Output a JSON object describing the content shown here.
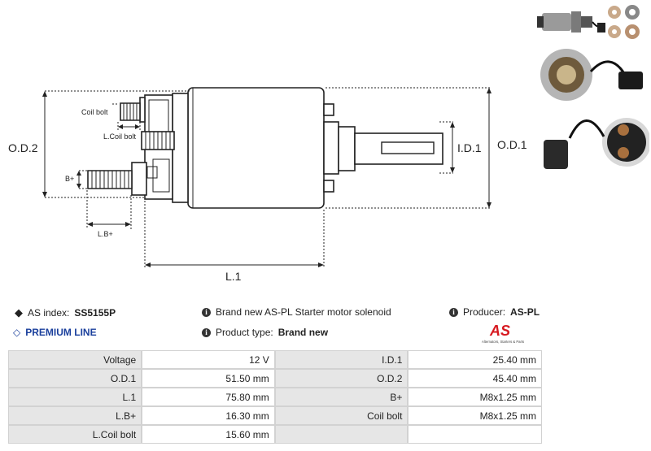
{
  "drawing": {
    "labels": {
      "od2": "O.D.2",
      "od1": "O.D.1",
      "id1": "I.D.1",
      "l1": "L.1",
      "lb": "L.B+",
      "bplus": "B+",
      "coil_bolt": "Coil bolt",
      "lcoil_bolt": "L.Coil bolt"
    }
  },
  "info": {
    "as_index_label": "AS index:",
    "as_index_value": "SS5155P",
    "premium_line": "PREMIUM LINE",
    "description": "Brand new AS-PL Starter motor solenoid",
    "product_type_label": "Product type:",
    "product_type_value": "Brand new",
    "producer_label": "Producer:",
    "producer_value": "AS-PL",
    "logo_text": "AS",
    "logo_subtext": "Alternators, Starters & Parts"
  },
  "specs": [
    {
      "l1": "Voltage",
      "v1": "12 V",
      "l2": "I.D.1",
      "v2": "25.40 mm"
    },
    {
      "l1": "O.D.1",
      "v1": "51.50 mm",
      "l2": "O.D.2",
      "v2": "45.40 mm"
    },
    {
      "l1": "L.1",
      "v1": "75.80 mm",
      "l2": "B+",
      "v2": "M8x1.25 mm"
    },
    {
      "l1": "L.B+",
      "v1": "16.30 mm",
      "l2": "Coil bolt",
      "v2": "M8x1.25 mm"
    },
    {
      "l1": "L.Coil bolt",
      "v1": "15.60 mm",
      "l2": "",
      "v2": ""
    }
  ],
  "colors": {
    "premium": "#1a3f9c",
    "logo_red": "#d71920",
    "label_bg": "#e6e6e6"
  }
}
